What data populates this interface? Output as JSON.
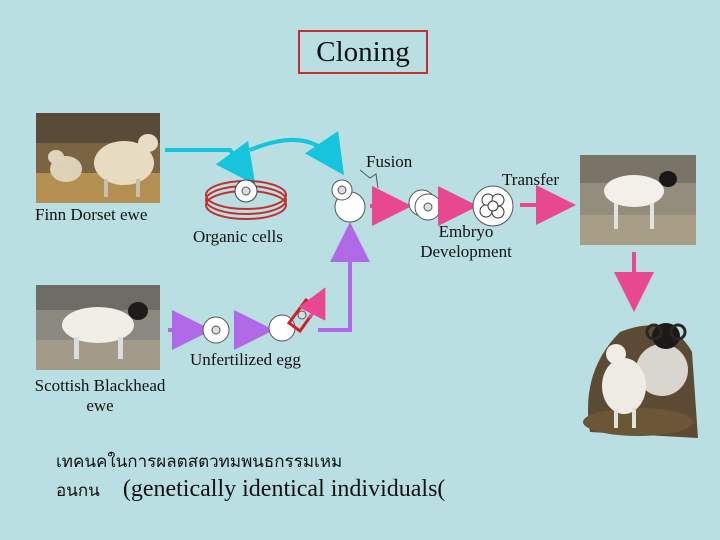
{
  "title": "Cloning",
  "labels": {
    "finn_dorset": "Finn Dorset ewe",
    "scottish_line1": "Scottish Blackhead",
    "scottish_line2": "ewe",
    "organic_cells": "Organic cells",
    "fusion": "Fusion",
    "transfer": "Transfer",
    "embryo_line1": "Embryo",
    "embryo_line2": "Development",
    "unfertilized_egg": "Unfertilized egg"
  },
  "footer": {
    "thai_line1": "เทคนคในการผลตสตวทมพนธกรรมเหม",
    "thai_line2_prefix": "อนกน",
    "english": "(genetically identical individuals(",
    "english_paren_close": "("
  },
  "colors": {
    "background": "#b9dfe3",
    "arrow_cyan": "#16c4de",
    "arrow_pink": "#e8488f",
    "arrow_violet": "#b06ae8",
    "title_border": "#c23030"
  }
}
